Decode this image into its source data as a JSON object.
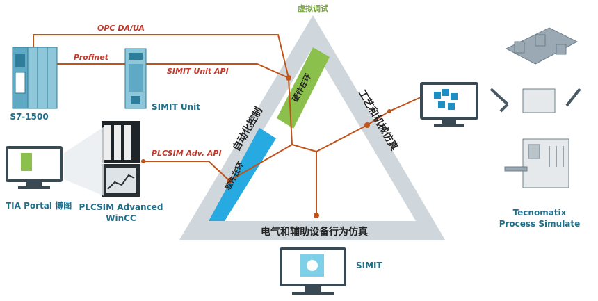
{
  "labels": {
    "top": "虚拟调试",
    "left_side": "自动化控制",
    "right_side": "工艺和机械仿真",
    "bottom_side": "电气和辅助设备行为仿真",
    "hil": "硬件在环",
    "sil": "软件在环"
  },
  "devices": {
    "s7": "S7-1500",
    "simit_unit": "SIMIT Unit",
    "tia": "TIA Portal 博图",
    "plcsim_line1": "PLCSIM Advanced",
    "plcsim_line2": "WinCC",
    "simit": "SIMIT",
    "tecnomatix_line1": "Tecnomatix",
    "tecnomatix_line2": "Process Simulate"
  },
  "connections": {
    "opc": "OPC DA/UA",
    "profinet": "Profinet",
    "simit_api": "SIMIT Unit API",
    "plcsim_api": "PLCSIM  Adv. API"
  },
  "colors": {
    "line": "#c0531a",
    "label_red": "#c0392b",
    "triangle": "#cfd6dc",
    "hil_green": "#8cc04d",
    "sil_blue": "#27a9e1",
    "device_blue": "#2e7d9a",
    "monitor": "#3a4a55"
  }
}
